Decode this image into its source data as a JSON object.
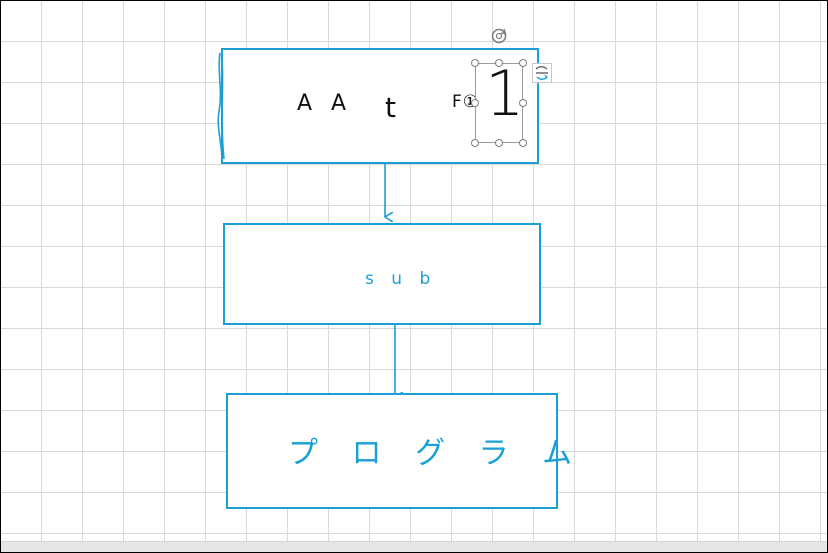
{
  "diagram": {
    "top_box": {
      "text_aa": "A A",
      "text_t": "t",
      "text_f": "F①",
      "selected_text": "1"
    },
    "middle_box": {
      "text": "s u b"
    },
    "bottom_box": {
      "text": "プ ロ グ ラ ム"
    }
  },
  "icons": {
    "rotate_handle": "rotate-icon",
    "layout_options": "layout-options-icon"
  },
  "colors": {
    "accent": "#1a9fd6",
    "text": "#111111",
    "grid": "#d9d9d9",
    "handle": "#7f7f7f"
  }
}
